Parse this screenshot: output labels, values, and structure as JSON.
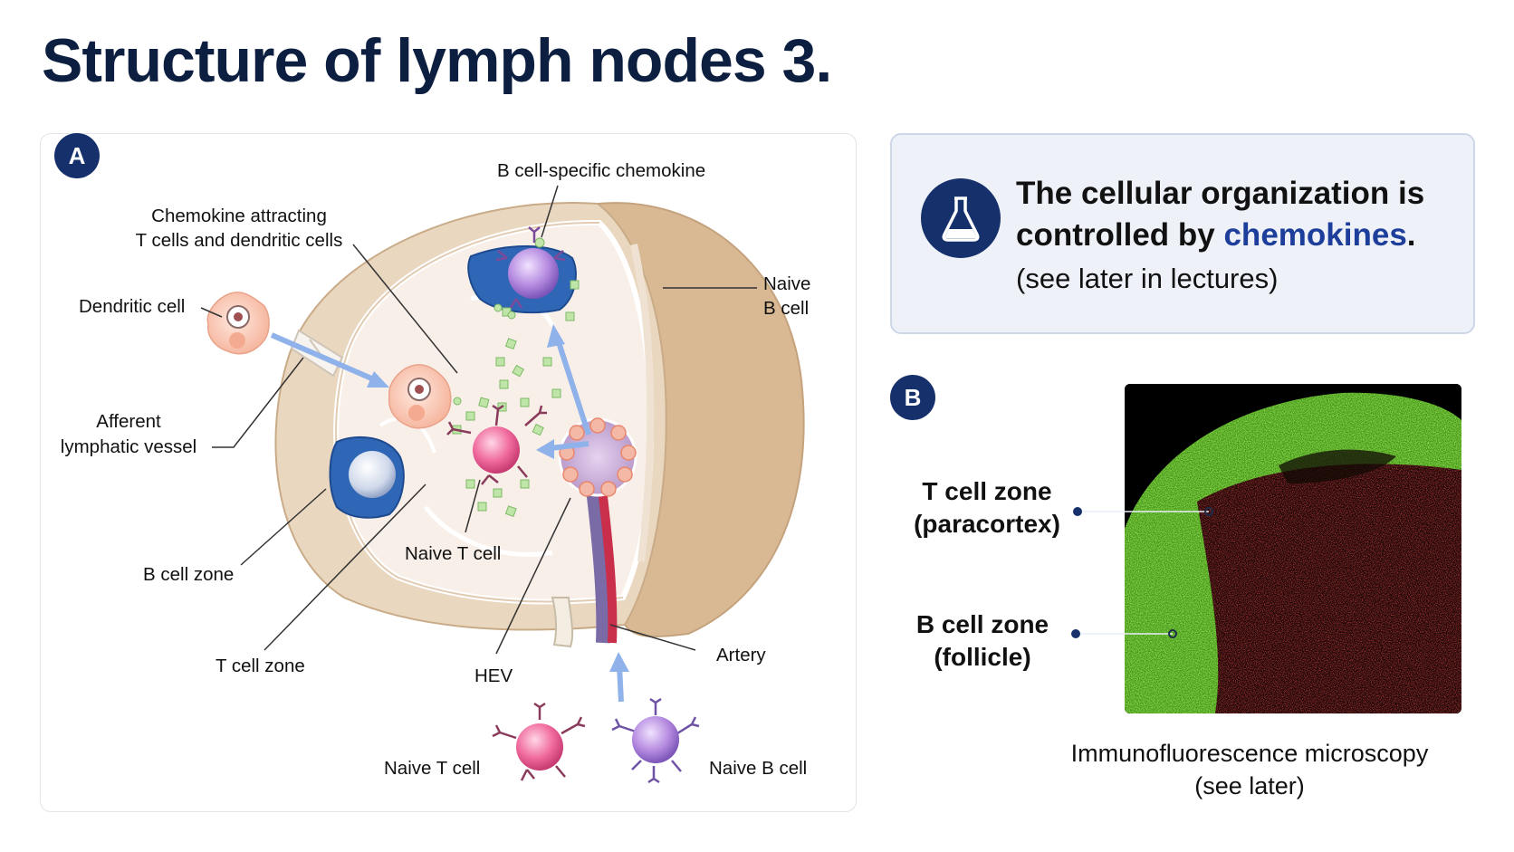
{
  "title": "Structure of lymph nodes 3.",
  "panel_a": {
    "badge": "A",
    "labels": {
      "b_cell_chemokine": "B cell-specific chemokine",
      "chemokine_attracting_1": "Chemokine attracting",
      "chemokine_attracting_2": "T cells and dendritic cells",
      "dendritic_cell": "Dendritic cell",
      "naive_b_cell_top_1": "Naive",
      "naive_b_cell_top_2": "B cell",
      "afferent_1": "Afferent",
      "afferent_2": "lymphatic vessel",
      "b_cell_zone": "B cell zone",
      "naive_t_cell_center": "Naive T cell",
      "t_cell_zone": "T cell zone",
      "hev": "HEV",
      "artery": "Artery",
      "naive_t_cell_bottom": "Naive T cell",
      "naive_b_cell_bottom": "Naive B cell"
    }
  },
  "info_box": {
    "line1": "The cellular organization is",
    "line2_pre": "controlled by ",
    "line2_highlight": "chemokines",
    "line2_post": ".",
    "note": "(see later in lectures)",
    "icon": "flask-icon"
  },
  "panel_b": {
    "badge": "B",
    "t_zone_1": "T cell zone",
    "t_zone_2": "(paracortex)",
    "b_zone_1": "B cell zone",
    "b_zone_2": "(follicle)",
    "caption_1": "Immunofluorescence microscopy",
    "caption_2": "(see later)"
  },
  "colors": {
    "title": "#0d1f40",
    "accent": "#15306b",
    "highlight": "#1d3f9b",
    "b_zone_stain": "#5fc21e",
    "t_zone_stain": "#d11a1a"
  }
}
